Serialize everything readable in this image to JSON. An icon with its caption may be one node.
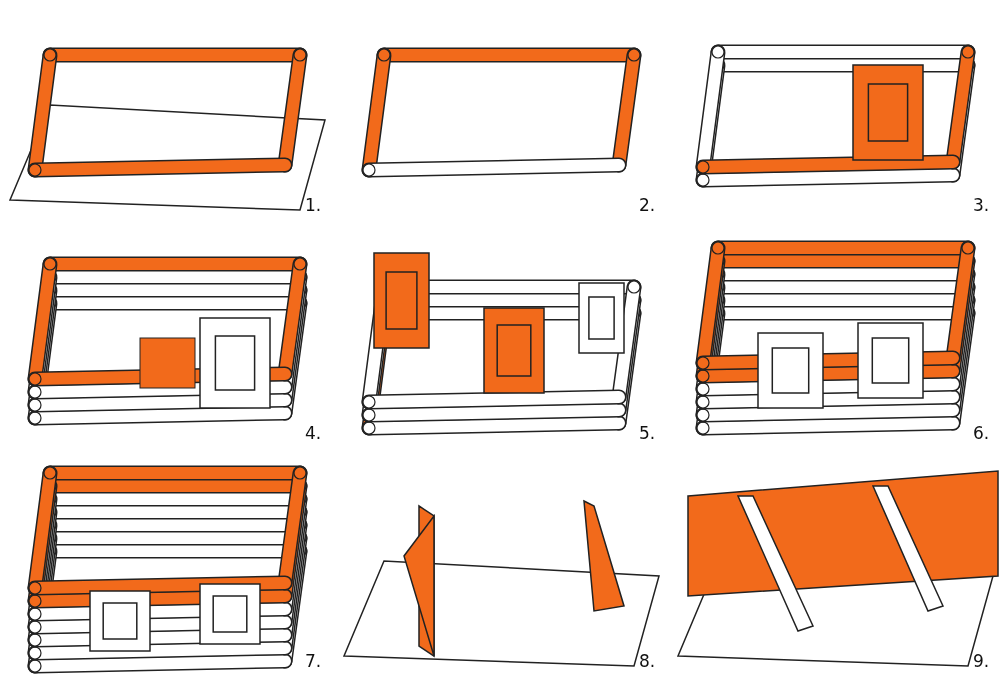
{
  "diagram": {
    "labels": [
      "1.",
      "2.",
      "3.",
      "4.",
      "5.",
      "6.",
      "7.",
      "8.",
      "9."
    ]
  }
}
